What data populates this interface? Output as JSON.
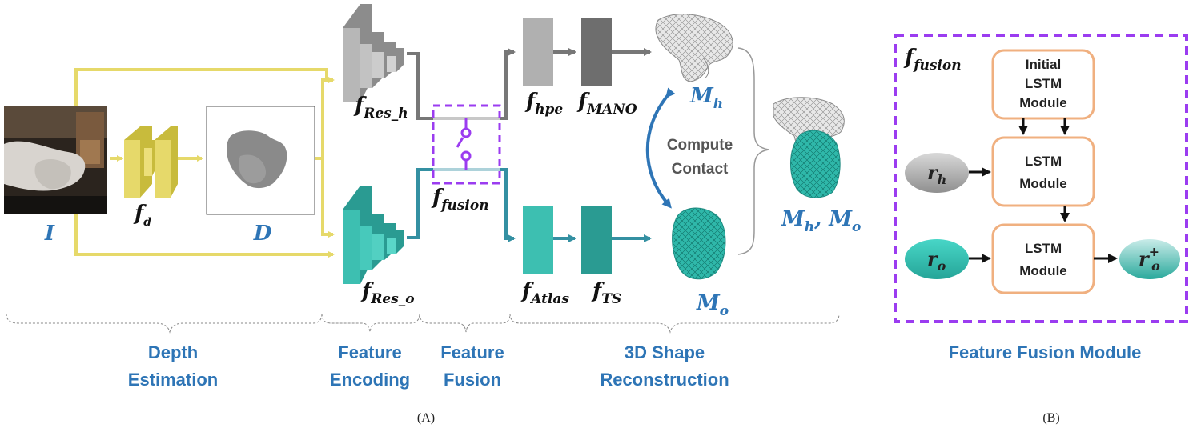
{
  "panel_a": {
    "caption": "(A)",
    "input_label": "I",
    "depth_net_label": {
      "base": "f",
      "sub": "d"
    },
    "depth_map_label": "D",
    "encoder_hand_label": {
      "base": "f",
      "sub": "Res_h"
    },
    "encoder_object_label": {
      "base": "f",
      "sub": "Res_o"
    },
    "fusion_label": {
      "base": "f",
      "sub": "fusion"
    },
    "hpe_label": {
      "base": "f",
      "sub": "hpe"
    },
    "mano_label": {
      "base": "f",
      "sub": "MANO"
    },
    "atlas_label": {
      "base": "f",
      "sub": "Atlas"
    },
    "ts_label": {
      "base": "f",
      "sub": "TS"
    },
    "hand_mesh_label": {
      "base": "M",
      "sub": "h"
    },
    "object_mesh_label": {
      "base": "M",
      "sub": "o"
    },
    "combined_label": {
      "base1": "M",
      "sub1": "h",
      "sep": ", ",
      "base2": "M",
      "sub2": "o"
    },
    "contact_line1": "Compute",
    "contact_line2": "Contact",
    "stages": [
      {
        "line1": "Depth",
        "line2": "Estimation"
      },
      {
        "line1": "Feature",
        "line2": "Encoding"
      },
      {
        "line1": "Feature",
        "line2": "Fusion"
      },
      {
        "line1": "3D Shape",
        "line2": "Reconstruction"
      }
    ]
  },
  "panel_b": {
    "caption": "(B)",
    "title": "Feature Fusion Module",
    "corner_label": {
      "base": "f",
      "sub": "fusion"
    },
    "initial_lstm": [
      "Initial",
      "LSTM",
      "Module"
    ],
    "lstm1": [
      "LSTM",
      "Module"
    ],
    "lstm2": [
      "LSTM",
      "Module"
    ],
    "r_h": {
      "base": "r",
      "sub": "h"
    },
    "r_o": {
      "base": "r",
      "sub": "o"
    },
    "r_o_plus": {
      "base": "r",
      "sub": "o",
      "sup": "+"
    }
  },
  "colors": {
    "depth_yellow": "#e6d96a",
    "depth_yellow_dark": "#c8bb3c",
    "hand_gray": "#a8a8a8",
    "hand_gray_dark": "#6e6e6e",
    "object_teal": "#3dbfb1",
    "object_teal_dark": "#2a9b92",
    "fusion_purple": "#9b3cf0",
    "label_blue": "#2e75b6",
    "lstm_orange": "#f0b080",
    "arrow_gray": "#777777",
    "arrow_teal": "#3490a2"
  }
}
